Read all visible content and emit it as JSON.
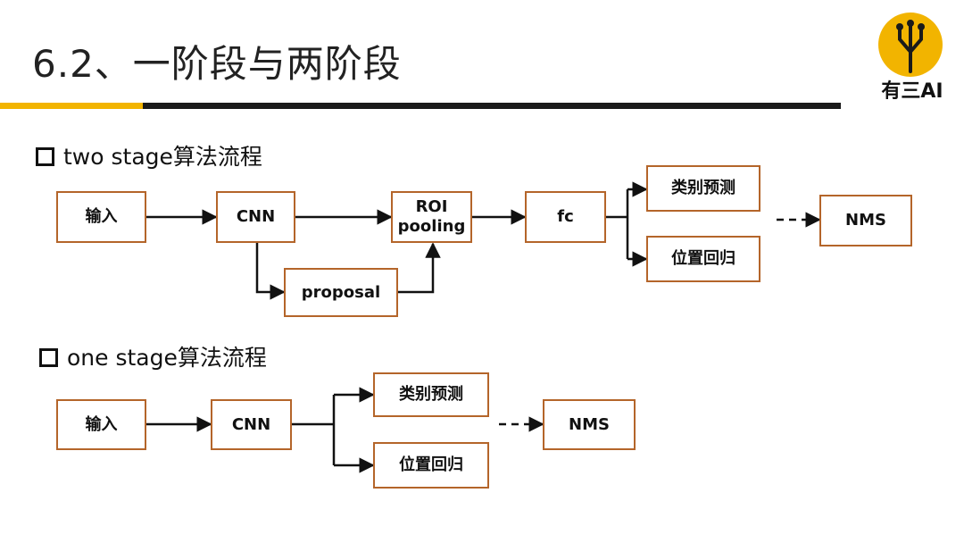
{
  "slide": {
    "title": "6.2、一阶段与两阶段"
  },
  "logo": {
    "text": "有三AI",
    "colors": {
      "accent": "#f2b400",
      "dark": "#1a1a1a"
    }
  },
  "two_stage": {
    "heading": "two stage算法流程",
    "nodes": {
      "input": "输入",
      "cnn": "CNN",
      "roi": "ROI\npooling",
      "fc": "fc",
      "proposal": "proposal",
      "cls": "类别预测",
      "reg": "位置回归",
      "nms": "NMS"
    }
  },
  "one_stage": {
    "heading": "one stage算法流程",
    "nodes": {
      "input": "输入",
      "cnn": "CNN",
      "cls": "类别预测",
      "reg": "位置回归",
      "nms": "NMS"
    }
  },
  "colors": {
    "box_border": "#b4652a"
  }
}
